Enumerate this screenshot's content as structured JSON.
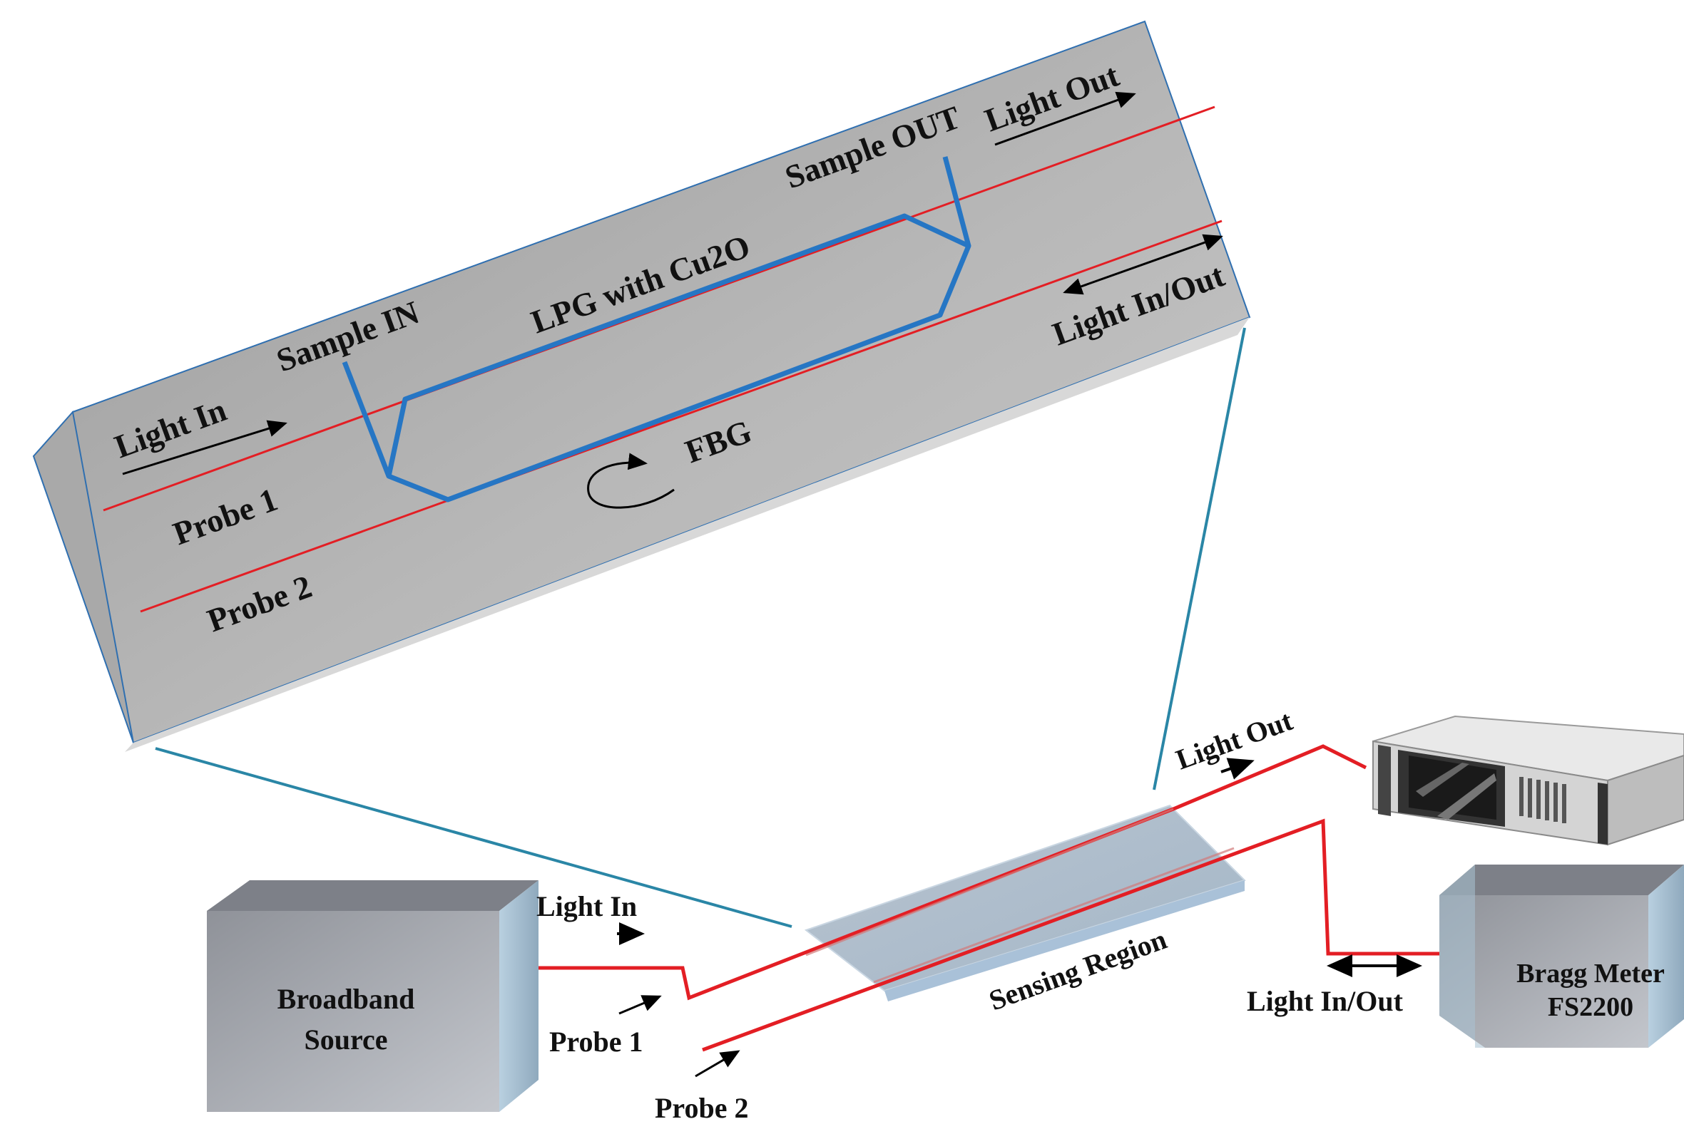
{
  "chip": {
    "light_in": "Light In",
    "light_out": "Light Out",
    "light_in_out": "Light In/Out",
    "sample_in": "Sample IN",
    "sample_out": "Sample OUT",
    "lpg": "LPG with Cu2O",
    "fbg": "FBG",
    "probe1": "Probe 1",
    "probe2": "Probe 2"
  },
  "setup": {
    "light_in": "Light In",
    "light_out": "Light Out",
    "light_in_out": "Light In/Out",
    "sensing_region": "Sensing Region",
    "probe1": "Probe 1",
    "probe2": "Probe 2",
    "source_line1": "Broadband",
    "source_line2": "Source",
    "meter_line1": "Bragg Meter",
    "meter_line2": "FS2200"
  },
  "colors": {
    "fiber": "#e31e24",
    "channel": "#2676c4",
    "zoom_line": "#2a86a6"
  }
}
